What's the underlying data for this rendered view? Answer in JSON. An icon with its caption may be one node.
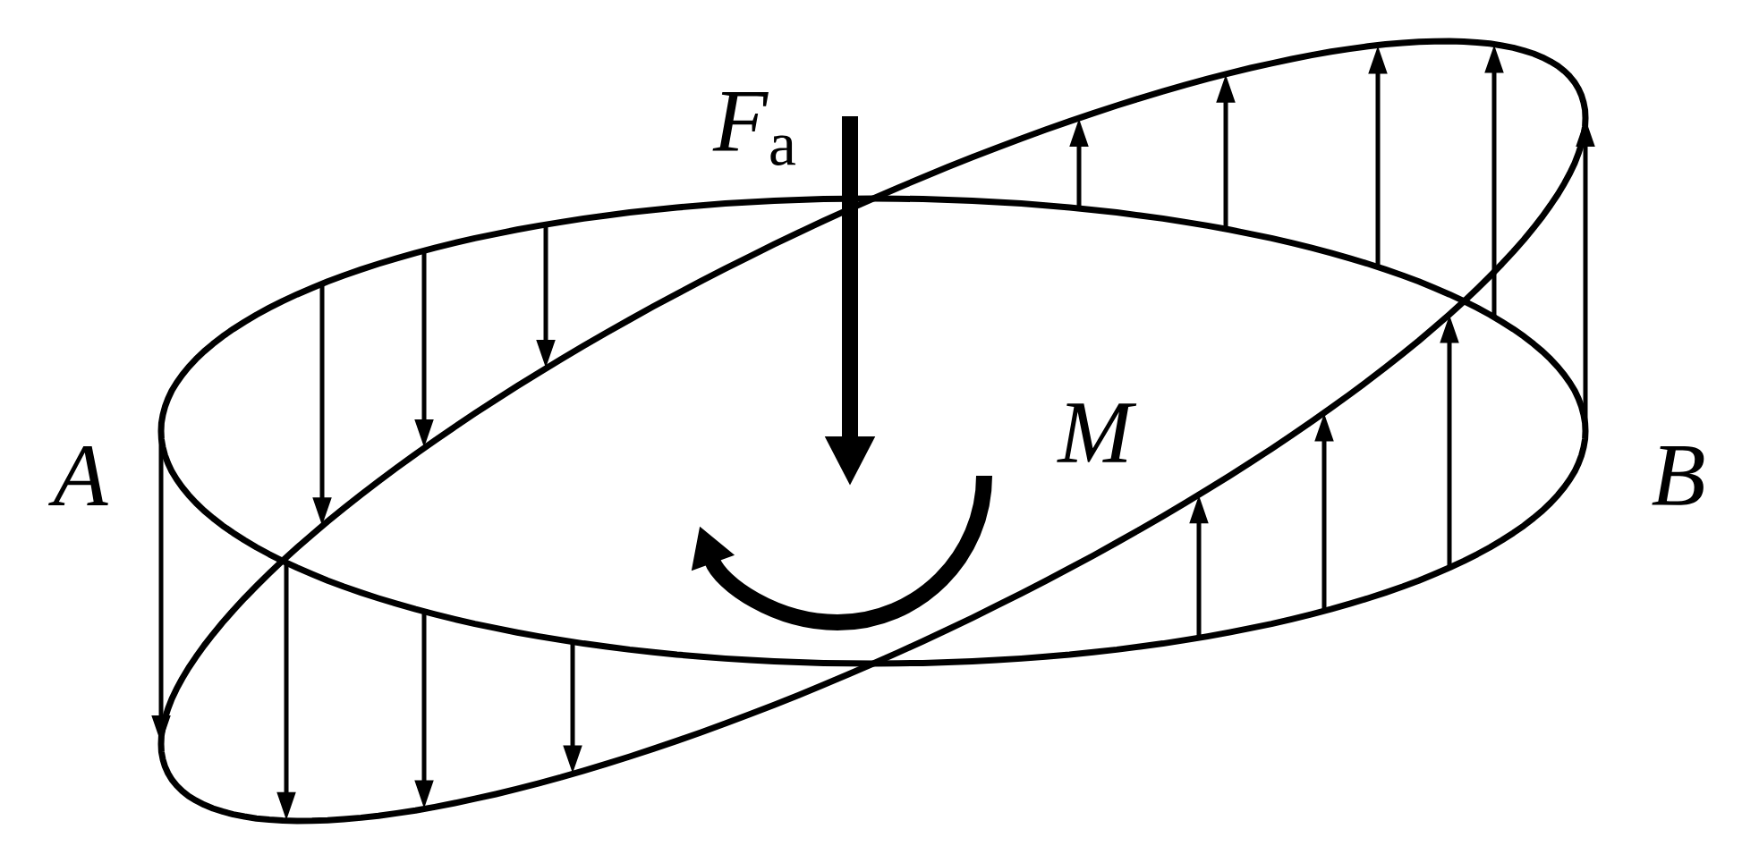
{
  "diagram": {
    "labels": [
      "*F*$_{a}$",
      "M",
      "A",
      "B"
    ]
  }
}
